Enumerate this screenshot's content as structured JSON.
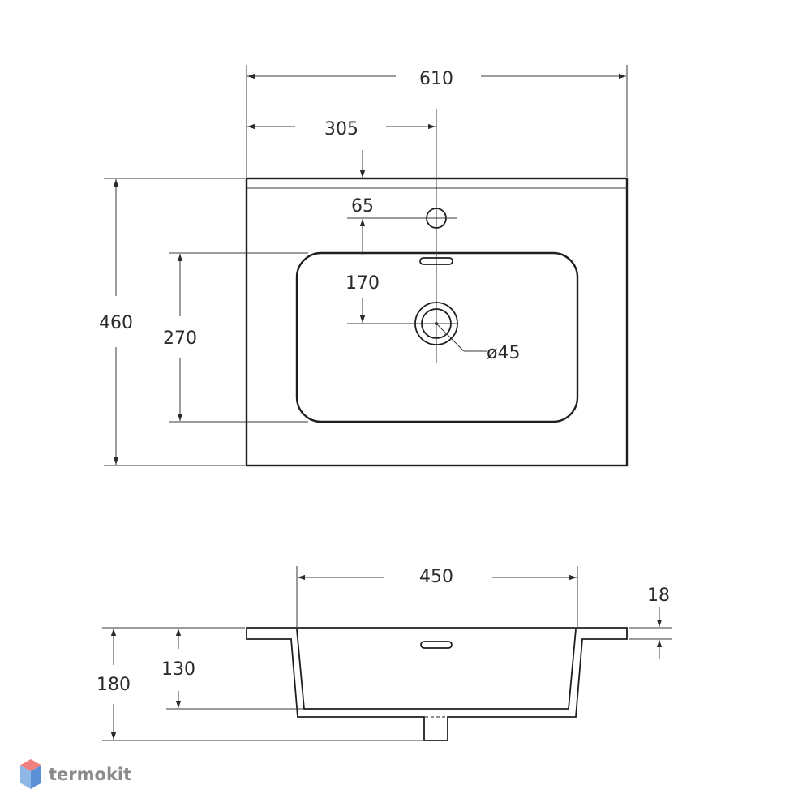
{
  "top_view": {
    "dim_width": "610",
    "dim_half_width": "305",
    "dim_height": "460",
    "dim_bowl_height": "270",
    "dim_tap_offset": "65",
    "dim_drain_offset": "170",
    "dim_drain_diameter": "ø45"
  },
  "side_view": {
    "dim_bowl_width": "450",
    "dim_thickness": "18",
    "dim_total_height": "180",
    "dim_bowl_depth": "130"
  },
  "brand": {
    "name": "termokit",
    "colors": {
      "top": "#f08080",
      "left": "#8fb7e6",
      "right": "#5b8fd6"
    }
  }
}
